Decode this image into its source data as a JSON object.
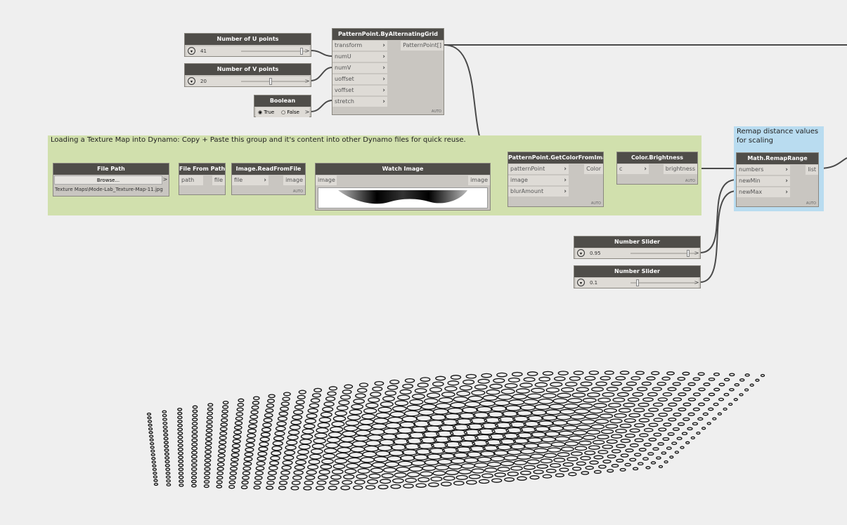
{
  "colors": {
    "canvas": "#efefef",
    "node_header": "#4f4d49",
    "node_body": "#c9c6c1",
    "group_texture": "#d1e0ad",
    "group_remap": "#b9dcf0",
    "wire": "#4a4a4a"
  },
  "groups": {
    "texture": {
      "title": "Loading a Texture Map into Dynamo: Copy + Paste this group and it's content into other Dynamo files for quick reuse."
    },
    "remap": {
      "title": "Remap distance values for scaling"
    }
  },
  "nodes": {
    "u_points": {
      "title": "Number of U points",
      "value": "41",
      "dropdown_icon": "chevron-down-icon",
      "out": ">"
    },
    "v_points": {
      "title": "Number of V points",
      "value": "20",
      "dropdown_icon": "chevron-down-icon",
      "out": ">"
    },
    "boolean": {
      "title": "Boolean",
      "opt_true": "True",
      "opt_false": "False",
      "out": ">"
    },
    "pattern_grid": {
      "title": "PatternPoint.ByAlternatingGrid",
      "inputs": [
        "transform",
        "numU",
        "numV",
        "uoffset",
        "voffset",
        "stretch"
      ],
      "output": "PatternPoint[]",
      "auto": "AUTO"
    },
    "file_path": {
      "title": "File Path",
      "browse": "Browse...",
      "path": "Texture Maps\\Mode-Lab_Texture-Map-11.jpg",
      "out": ">"
    },
    "file_from_path": {
      "title": "File From Path",
      "input": "path",
      "output": "file"
    },
    "image_read": {
      "title": "Image.ReadFromFile",
      "input": "file",
      "output": "image",
      "auto": "AUTO"
    },
    "watch_image": {
      "title": "Watch Image",
      "input": "image",
      "output": "image"
    },
    "get_color": {
      "title": "PatternPoint.GetColorFromImage",
      "inputs": [
        "patternPoint",
        "image",
        "blurAmount"
      ],
      "output": "Color",
      "auto": "AUTO"
    },
    "brightness": {
      "title": "Color.Brightness",
      "input": "c",
      "output": "brightness",
      "auto": "AUTO"
    },
    "remap": {
      "title": "Math.RemapRange",
      "inputs": [
        "numbers",
        "newMin",
        "newMax"
      ],
      "output": "list",
      "auto": "AUTO"
    },
    "slider1": {
      "title": "Number Slider",
      "value": "0.95",
      "dropdown_icon": "chevron-down-icon",
      "out": ">"
    },
    "slider2": {
      "title": "Number Slider",
      "value": "0.1",
      "dropdown_icon": "chevron-down-icon",
      "out": ">"
    }
  }
}
